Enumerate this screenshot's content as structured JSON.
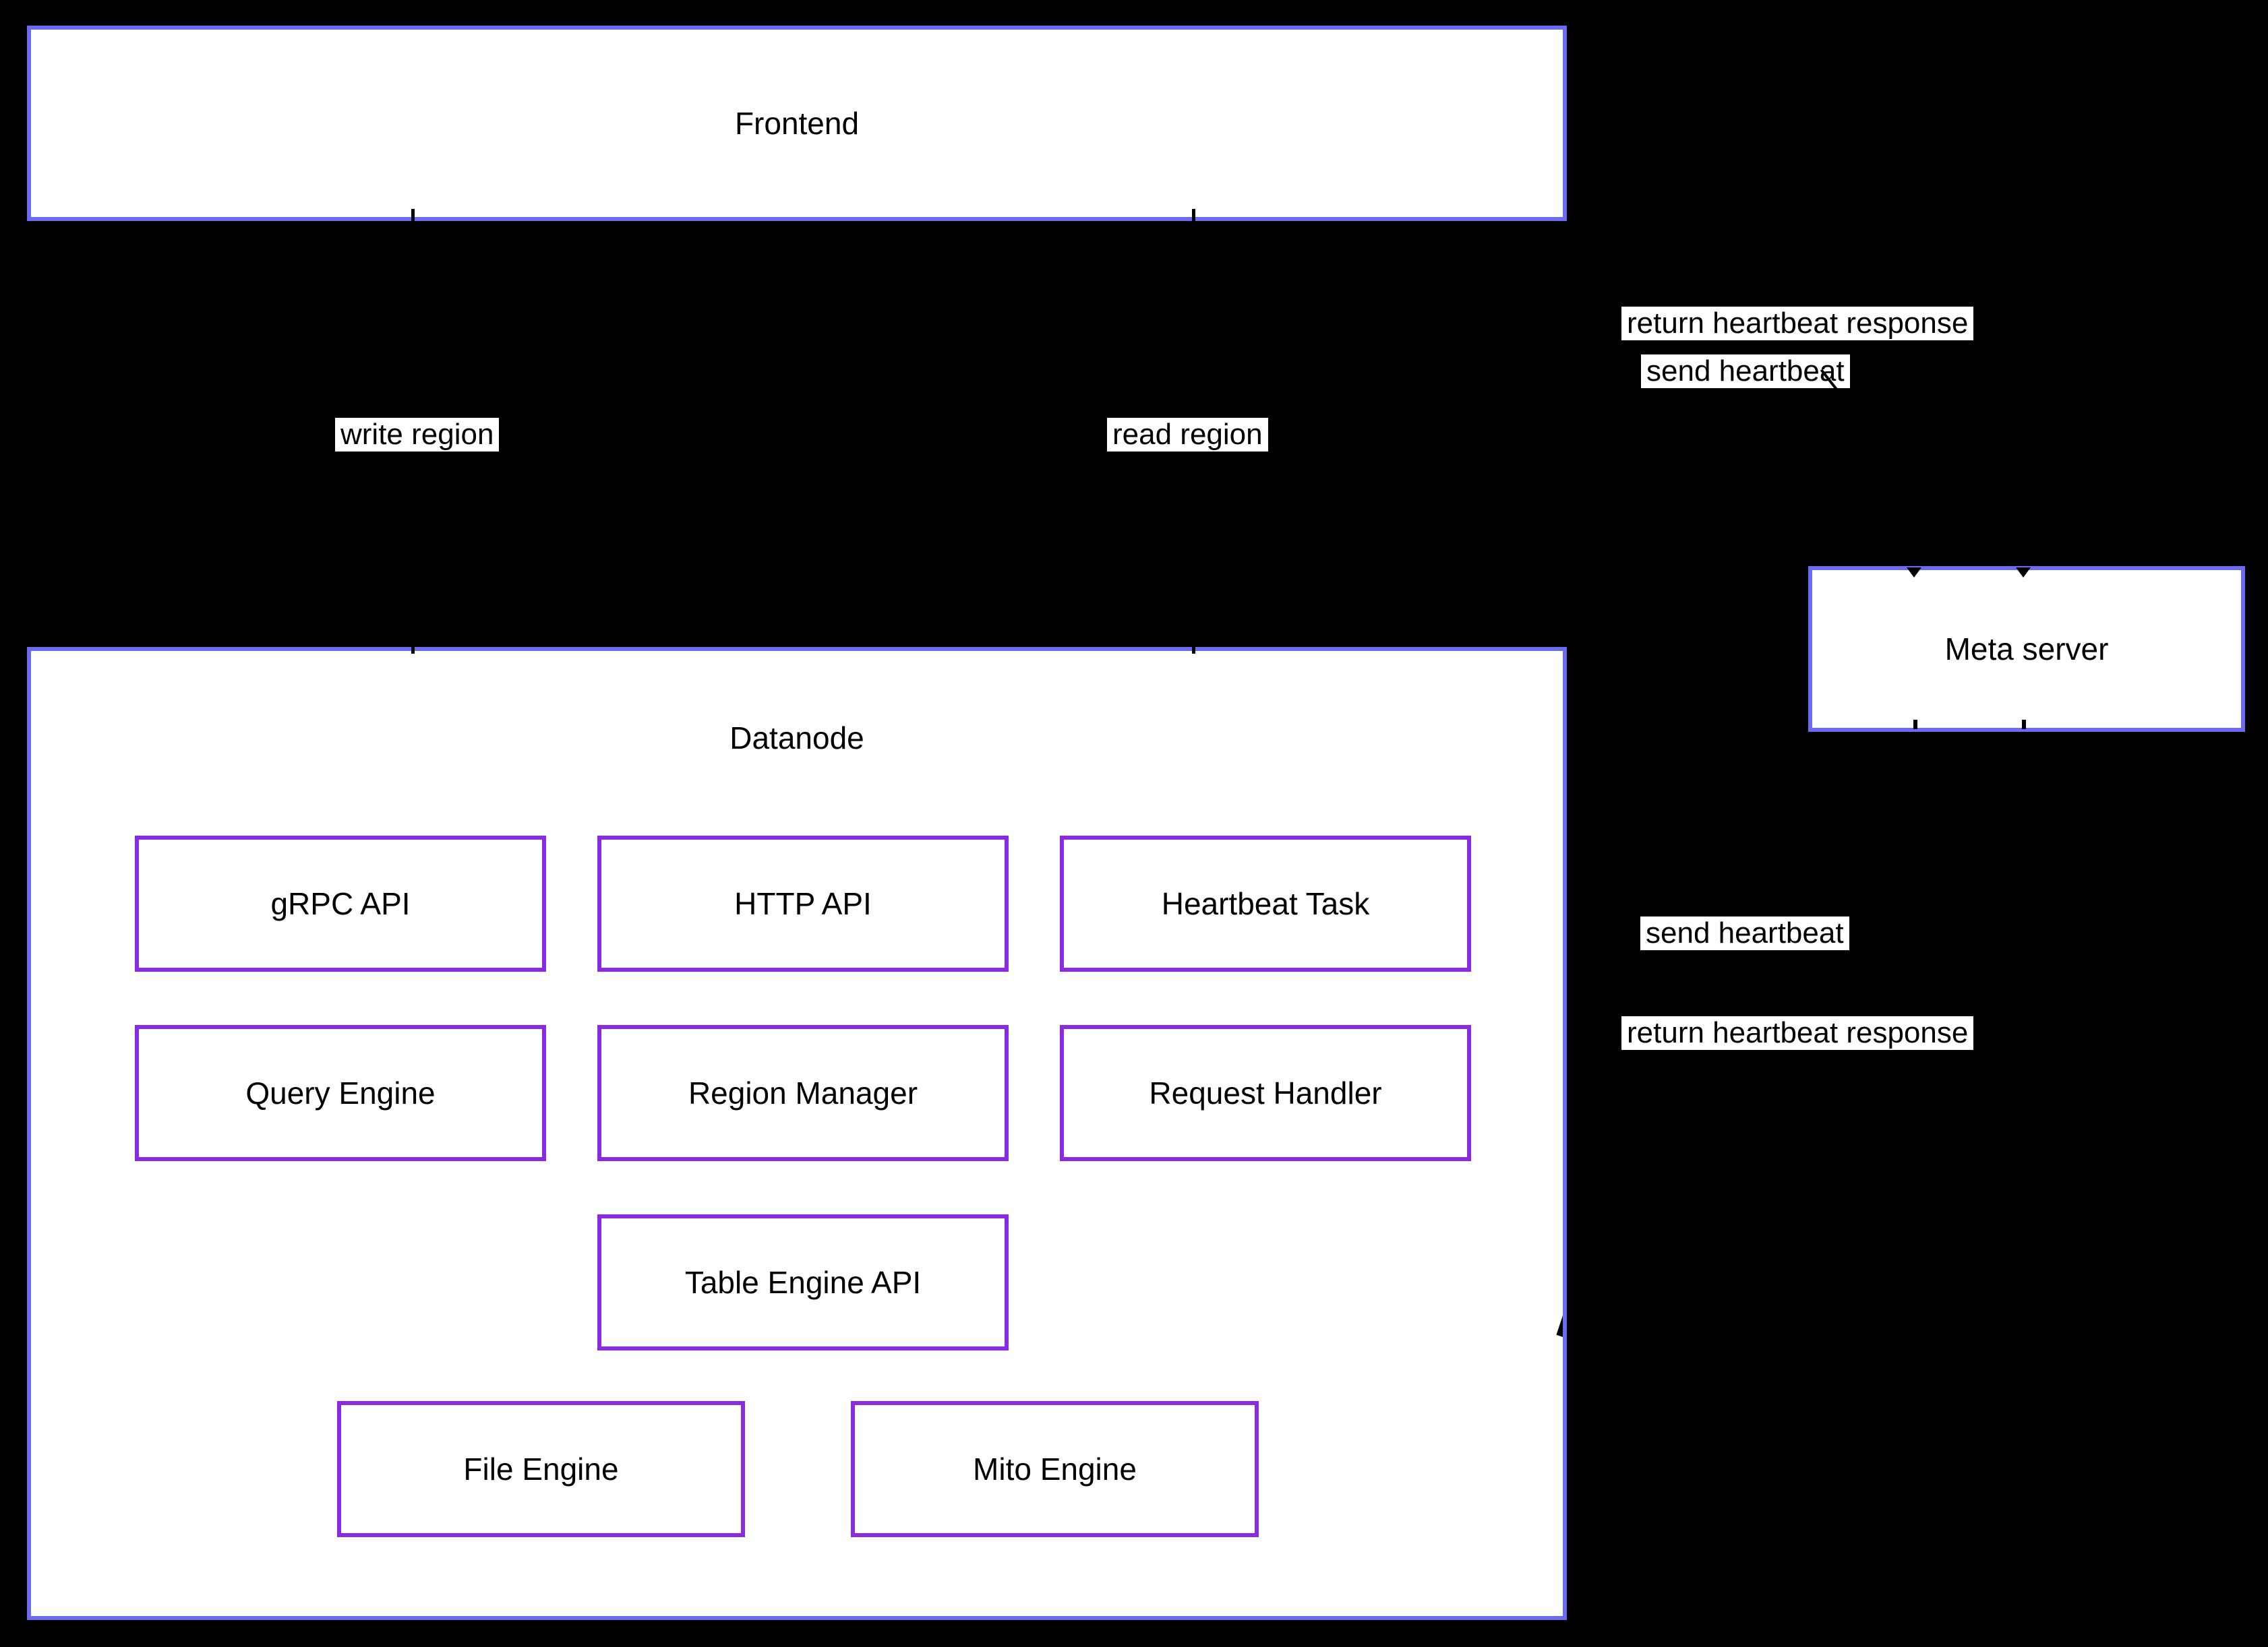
{
  "diagram": {
    "nodes": {
      "frontend": {
        "label": "Frontend"
      },
      "datanode": {
        "label": "Datanode"
      },
      "meta_server": {
        "label": "Meta server"
      },
      "datanode_components": [
        {
          "id": "grpc-api",
          "label": "gRPC API"
        },
        {
          "id": "http-api",
          "label": "HTTP API"
        },
        {
          "id": "heartbeat-task",
          "label": "Heartbeat Task"
        },
        {
          "id": "query-engine",
          "label": "Query Engine"
        },
        {
          "id": "region-manager",
          "label": "Region Manager"
        },
        {
          "id": "request-handler",
          "label": "Request Handler"
        },
        {
          "id": "table-engine-api",
          "label": "Table Engine API"
        },
        {
          "id": "file-engine",
          "label": "File Engine"
        },
        {
          "id": "mito-engine",
          "label": "Mito Engine"
        }
      ]
    },
    "edge_labels": {
      "write_region": "write region",
      "read_region": "read region",
      "frontend_send_heartbeat": "send heartbeat",
      "frontend_return_heartbeat": "return heartbeat response",
      "datanode_send_heartbeat": "send heartbeat",
      "datanode_return_heartbeat": "return heartbeat response"
    },
    "colors": {
      "background": "#000000",
      "node_fill": "#ffffff",
      "outer_node_border": "#6c6cf0",
      "component_border": "#8a2be2",
      "text": "#000000",
      "edge_label_background": "#ffffff"
    }
  }
}
